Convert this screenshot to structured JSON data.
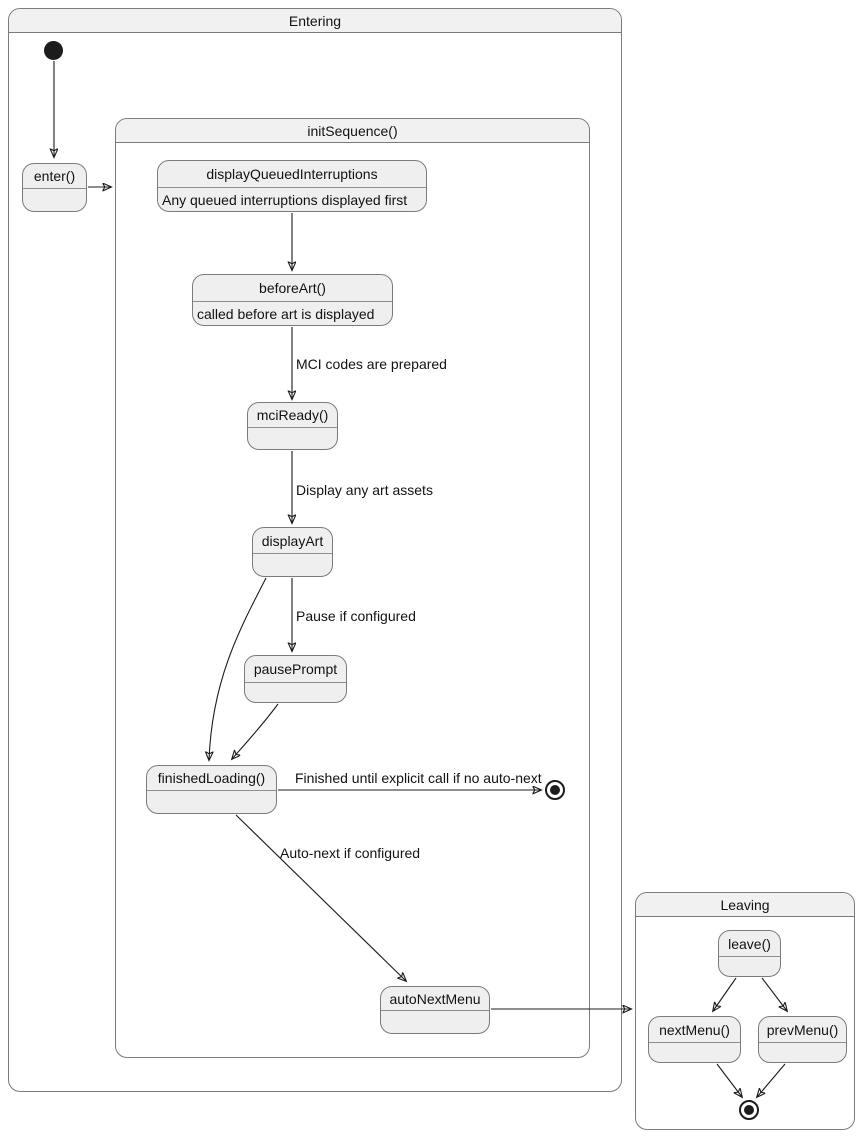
{
  "diagram": {
    "containers": {
      "entering": {
        "title": "Entering"
      },
      "init_sequence": {
        "title": "initSequence()"
      },
      "leaving": {
        "title": "Leaving"
      }
    },
    "states": {
      "enter": {
        "label": "enter()"
      },
      "display_queued": {
        "label": "displayQueuedInterruptions",
        "description": "Any queued interruptions displayed first"
      },
      "before_art": {
        "label": "beforeArt()",
        "description": "called before art is displayed"
      },
      "mci_ready": {
        "label": "mciReady()"
      },
      "display_art": {
        "label": "displayArt"
      },
      "pause_prompt": {
        "label": "pausePrompt"
      },
      "finished_loading": {
        "label": "finishedLoading()"
      },
      "auto_next_menu": {
        "label": "autoNextMenu"
      },
      "leave": {
        "label": "leave()"
      },
      "next_menu": {
        "label": "nextMenu()"
      },
      "prev_menu": {
        "label": "prevMenu()"
      }
    },
    "edge_labels": {
      "mci_prepared": "MCI codes are prepared",
      "display_assets": "Display any art assets",
      "pause": "Pause if configured",
      "finished": "Finished until explicit call if no auto-next",
      "auto_next": "Auto-next if configured"
    },
    "colors": {
      "state_fill": "#efefef",
      "state_border": "#7b7b7b",
      "header_fill": "#f1f1f1",
      "container_border": "#7b7b7b",
      "arrow": "#1c1c1c",
      "text": "#121212",
      "bg": "#ffffff"
    }
  }
}
